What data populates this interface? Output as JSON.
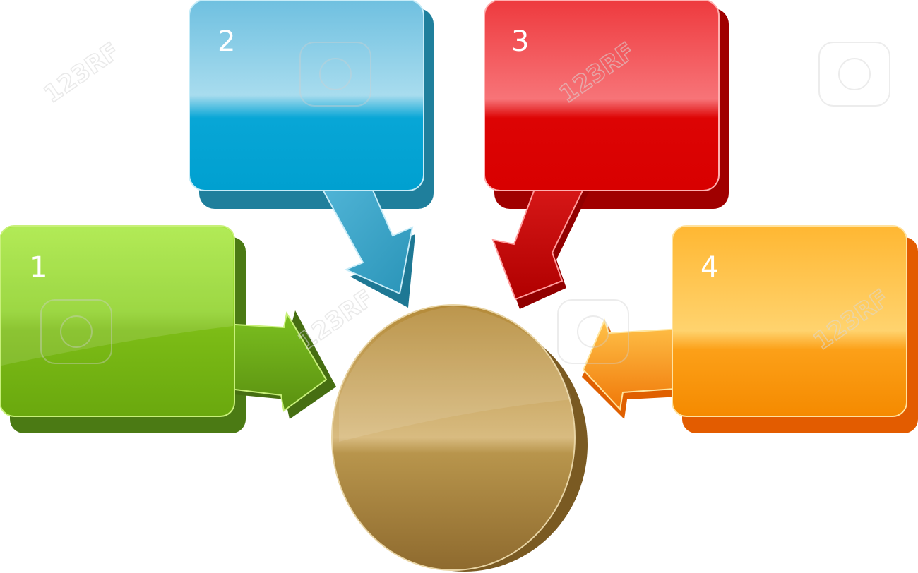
{
  "diagram": {
    "boxes": [
      {
        "id": "box-1",
        "number": "1",
        "color_base": "#6fa812",
        "color_light": "#a6e43a",
        "color_side": "#4a7a14",
        "color_arrow": "#5e9818"
      },
      {
        "id": "box-2",
        "number": "2",
        "color_base": "#00a8d8",
        "color_light": "#9fd8ee",
        "color_side": "#1f7c99",
        "color_arrow": "#39a6c6"
      },
      {
        "id": "box-3",
        "number": "3",
        "color_base": "#dc0000",
        "color_light": "#f76a6e",
        "color_side": "#9a0000",
        "color_arrow": "#c40a0a"
      },
      {
        "id": "box-4",
        "number": "4",
        "color_base": "#f59300",
        "color_light": "#ffd066",
        "color_side": "#e05a00",
        "color_arrow": "#f27a10"
      }
    ],
    "hub": {
      "color_base": "#b08a3c",
      "color_light": "#d4b476",
      "color_side": "#7a5a22"
    },
    "watermark": "123RF"
  }
}
